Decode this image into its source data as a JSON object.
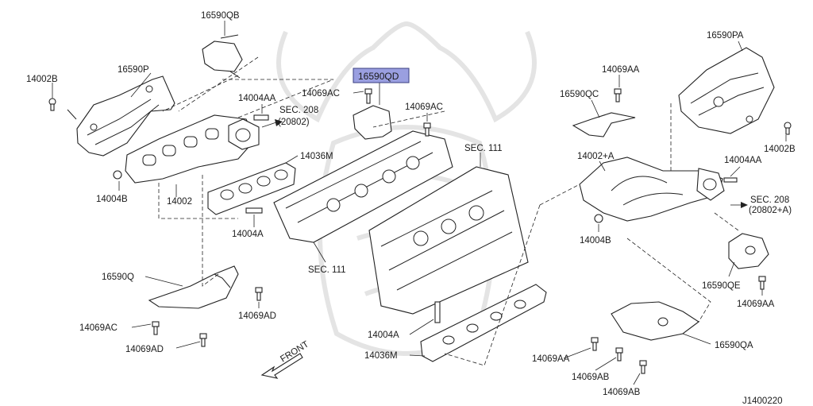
{
  "diagram": {
    "code": "J1400220",
    "front_label": "FRONT",
    "highlight_color": "#9a9fe0",
    "labels": {
      "p16590QB": "16590QB",
      "p16590P": "16590P",
      "p14002B_left": "14002B",
      "p14004AA_left": "14004AA",
      "sec208_left": "SEC. 208",
      "ref20802": "(20802)",
      "p14069AC_top": "14069AC",
      "p16590QD": "16590QD",
      "p14069AC_right": "14069AC",
      "p14036M_top": "14036M",
      "p14004B_left": "14004B",
      "p14002": "14002",
      "p14004A_left": "14004A",
      "sec111_top": "SEC. 111",
      "sec111_left": "SEC. 111",
      "p16590Q": "16590Q",
      "p14069AD_mid": "14069AD",
      "p14069AC_bottom": "14069AC",
      "p14069AD_bottom": "14069AD",
      "p14004A_mid": "14004A",
      "p14036M_bottom": "14036M",
      "p14069AA_top": "14069AA",
      "p16590QC": "16590QC",
      "p14002A": "14002+A",
      "p14004B_right": "14004B",
      "p16590PA": "16590PA",
      "p14002B_right": "14002B",
      "p14004AA_right": "14004AA",
      "sec208_right": "SEC. 208",
      "ref20802A": "(20802+A)",
      "p16590QE": "16590QE",
      "p14069AA_right": "14069AA",
      "p14069AA_bottom": "14069AA",
      "p14069AB_1": "14069AB",
      "p14069AB_2": "14069AB",
      "p16590QA": "16590QA"
    }
  }
}
